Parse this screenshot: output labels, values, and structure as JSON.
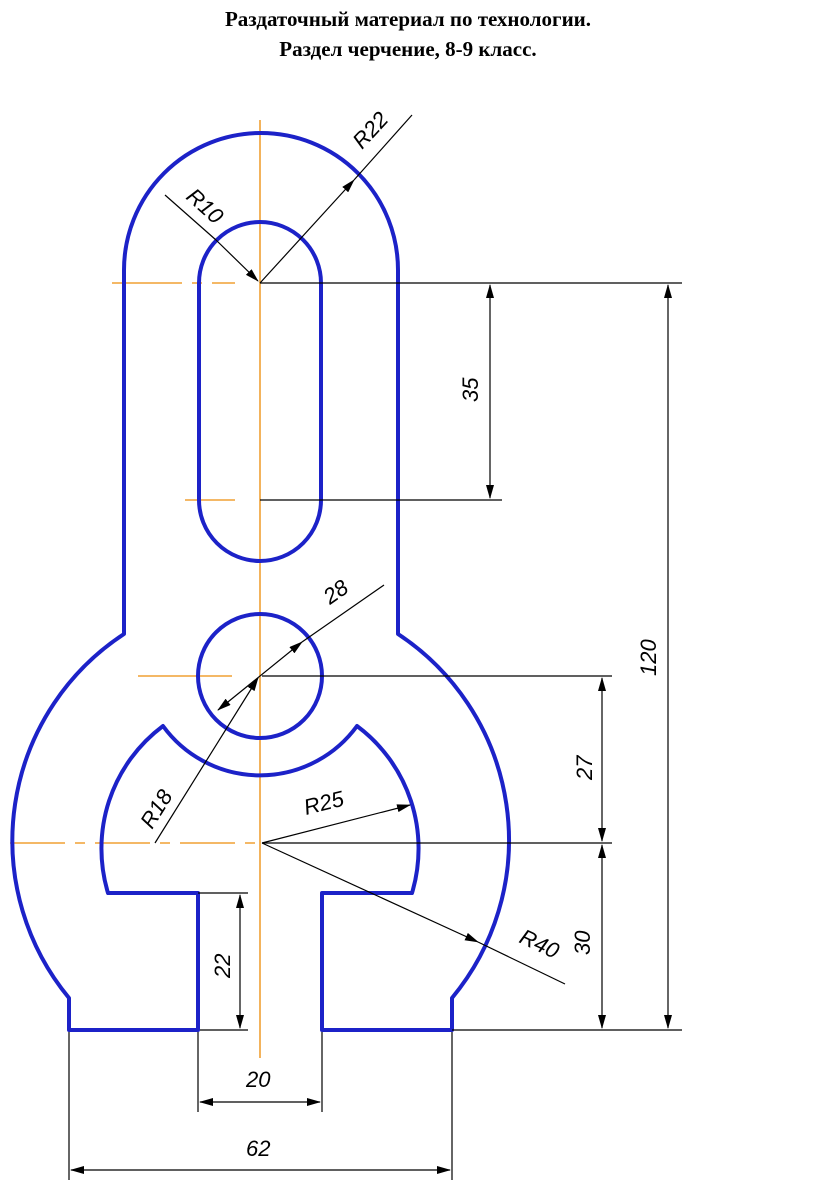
{
  "header": {
    "line1": "Раздаточный материал по технологии.",
    "line2": "Раздел черчение, 8-9 класс."
  },
  "drawing": {
    "colors": {
      "contour": "#1c22c8",
      "axis": "#f0a033",
      "dimension": "#000000"
    },
    "dimensions": {
      "r22": "R22",
      "r10": "R10",
      "slot_length": "35",
      "overall_height": "120",
      "diameter": "28",
      "r18": "R18",
      "r25": "R25",
      "center_offset": "27",
      "r40": "R40",
      "bottom_offset": "30",
      "slot_depth": "22",
      "slot_width": "20",
      "overall_width": "62"
    }
  }
}
